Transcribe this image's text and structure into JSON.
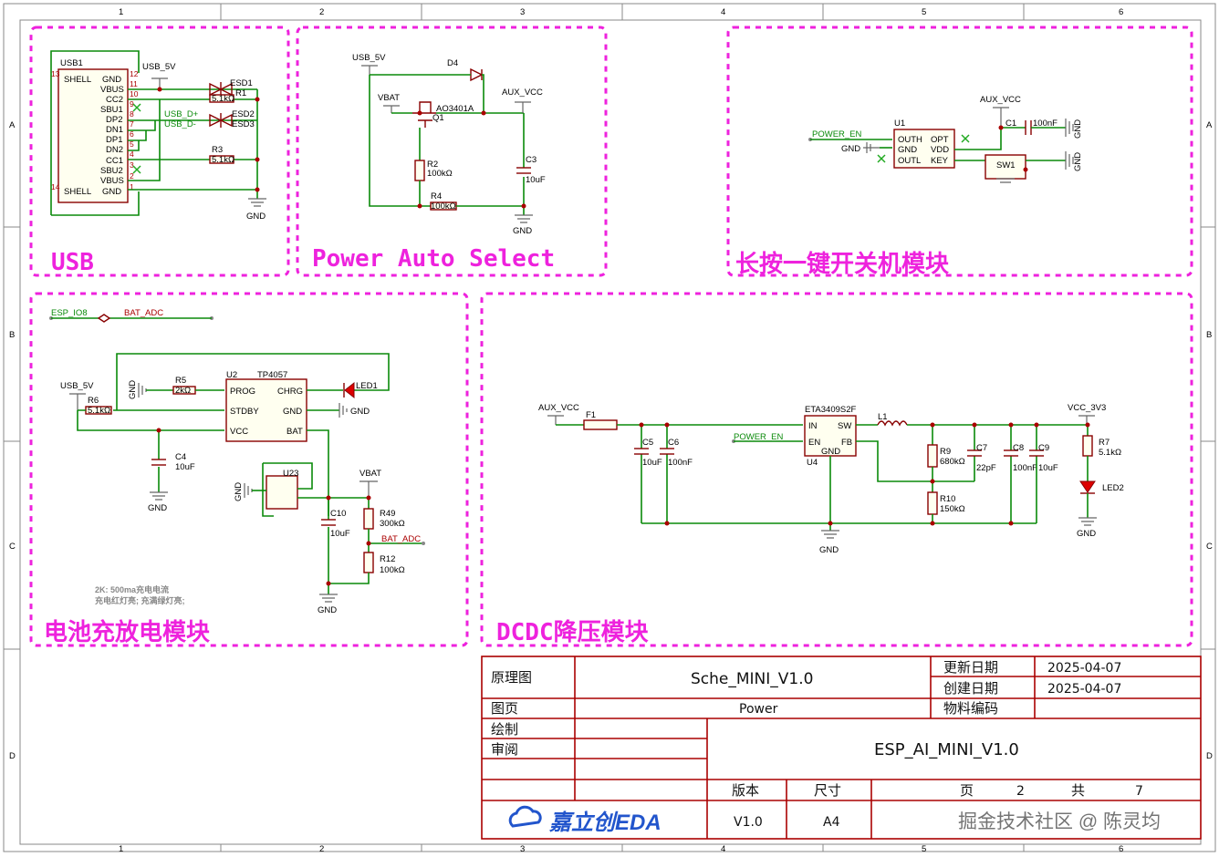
{
  "frame": {
    "columns": [
      "1",
      "2",
      "3",
      "4",
      "5",
      "6"
    ],
    "rows": [
      "A",
      "B",
      "C",
      "D"
    ]
  },
  "sections": {
    "usb": "USB",
    "power_auto_select": "Power Auto Select",
    "power_switch": "长按一键开关机模块",
    "battery": "电池充放电模块",
    "dcdc": "DCDC降压模块"
  },
  "usb": {
    "connector": "USB1",
    "pins_left": [
      "SHELL",
      "VBUS",
      "CC2",
      "SBU1",
      "DP2",
      "DN1",
      "DP1",
      "DN2",
      "CC1",
      "SBU2",
      "VBUS",
      "SHELL"
    ],
    "pins_right_names": [
      "GND"
    ],
    "pin_numbers": [
      "13",
      "12",
      "11",
      "10",
      "9",
      "8",
      "7",
      "6",
      "5",
      "4",
      "3",
      "2",
      "1",
      "14"
    ],
    "gnd_label": "GND",
    "net_5v": "USB_5V",
    "net_dp": "USB_D+",
    "net_dm": "USB_D-",
    "esd1": "ESD1",
    "esd2": "ESD2",
    "esd3": "ESD3",
    "r1": "R1",
    "r1_val": "5.1kΩ",
    "r3": "R3",
    "r3_val": "5.1kΩ",
    "gnd": "GND"
  },
  "pas": {
    "usb5v": "USB_5V",
    "d4": "D4",
    "vbat": "VBAT",
    "q1_part": "AO3401A",
    "q1": "Q1",
    "aux": "AUX_VCC",
    "r2": "R2",
    "r2_val": "100kΩ",
    "c3": "C3",
    "c3_val": "10uF",
    "r4": "R4",
    "r4_val": "100kΩ",
    "gnd": "GND"
  },
  "sw": {
    "power_en": "POWER_EN",
    "u1": "U1",
    "gnd": "GND",
    "pins": [
      "OUTH",
      "GND",
      "OUTL",
      "OPT",
      "VDD",
      "KEY"
    ],
    "aux": "AUX_VCC",
    "c1": "C1",
    "c1_val": "100nF",
    "sw1": "SW1",
    "gnd_a": "GND",
    "gnd_b": "GND"
  },
  "bat": {
    "esp_io8": "ESP_IO8",
    "bat_adc": "BAT_ADC",
    "usb5v": "USB_5V",
    "r6": "R6",
    "r6_val": "5.1kΩ",
    "r5": "R5",
    "r5_val": "2kΩ",
    "u2": "U2",
    "u2_part": "TP4057",
    "u2_pins": [
      "PROG",
      "STDBY",
      "VCC",
      "CHRG",
      "GND",
      "BAT"
    ],
    "led1": "LED1",
    "gnd": "GND",
    "c4": "C4",
    "c4_val": "10uF",
    "u23": "U23",
    "vbat": "VBAT",
    "c10": "C10",
    "c10_val": "10uF",
    "r49": "R49",
    "r49_val": "300kΩ",
    "r12": "R12",
    "r12_val": "100kΩ",
    "bat_adc2": "BAT_ADC",
    "note1": "2K: 500ma充电电流",
    "note2": "充电红灯亮; 充满绿灯亮;"
  },
  "dcdc": {
    "aux": "AUX_VCC",
    "f1": "F1",
    "c5": "C5",
    "c5_val": "10uF",
    "c6": "C6",
    "c6_val": "100nF",
    "power_en": "POWER_EN",
    "u4_part": "ETA3409S2F",
    "u4": "U4",
    "u4_pins": [
      "IN",
      "EN",
      "GND",
      "SW",
      "FB"
    ],
    "l1": "L1",
    "r9": "R9",
    "r9_val": "680kΩ",
    "c7": "C7",
    "c7_val": "22pF",
    "r10": "R10",
    "r10_val": "150kΩ",
    "c8": "C8",
    "c8_val": "100nF",
    "c9": "C9",
    "c9_val": "10uF",
    "vcc33": "VCC_3V3",
    "r7": "R7",
    "r7_val": "5.1kΩ",
    "led2": "LED2",
    "gnd": "GND"
  },
  "title_block": {
    "schematic_label": "原理图",
    "schematic_name": "Sche_MINI_V1.0",
    "page_label": "图页",
    "page_name": "Power",
    "draw_label": "绘制",
    "review_label": "审阅",
    "updated_label": "更新日期",
    "updated": "2025-04-07",
    "created_label": "创建日期",
    "created": "2025-04-07",
    "material_label": "物料编码",
    "project": "ESP_AI_MINI_V1.0",
    "version_label": "版本",
    "version": "V1.0",
    "size_label": "尺寸",
    "size": "A4",
    "page_word": "页",
    "page_num": "2",
    "total_word": "共",
    "total": "7",
    "brand": "嘉立创EDA",
    "watermark": "掘金技术社区 @ 陈灵均"
  },
  "colors": {
    "wire": "#0a8a0a",
    "component": "#880000",
    "section_border": "#ee22dd",
    "brand": "#2255cc"
  }
}
